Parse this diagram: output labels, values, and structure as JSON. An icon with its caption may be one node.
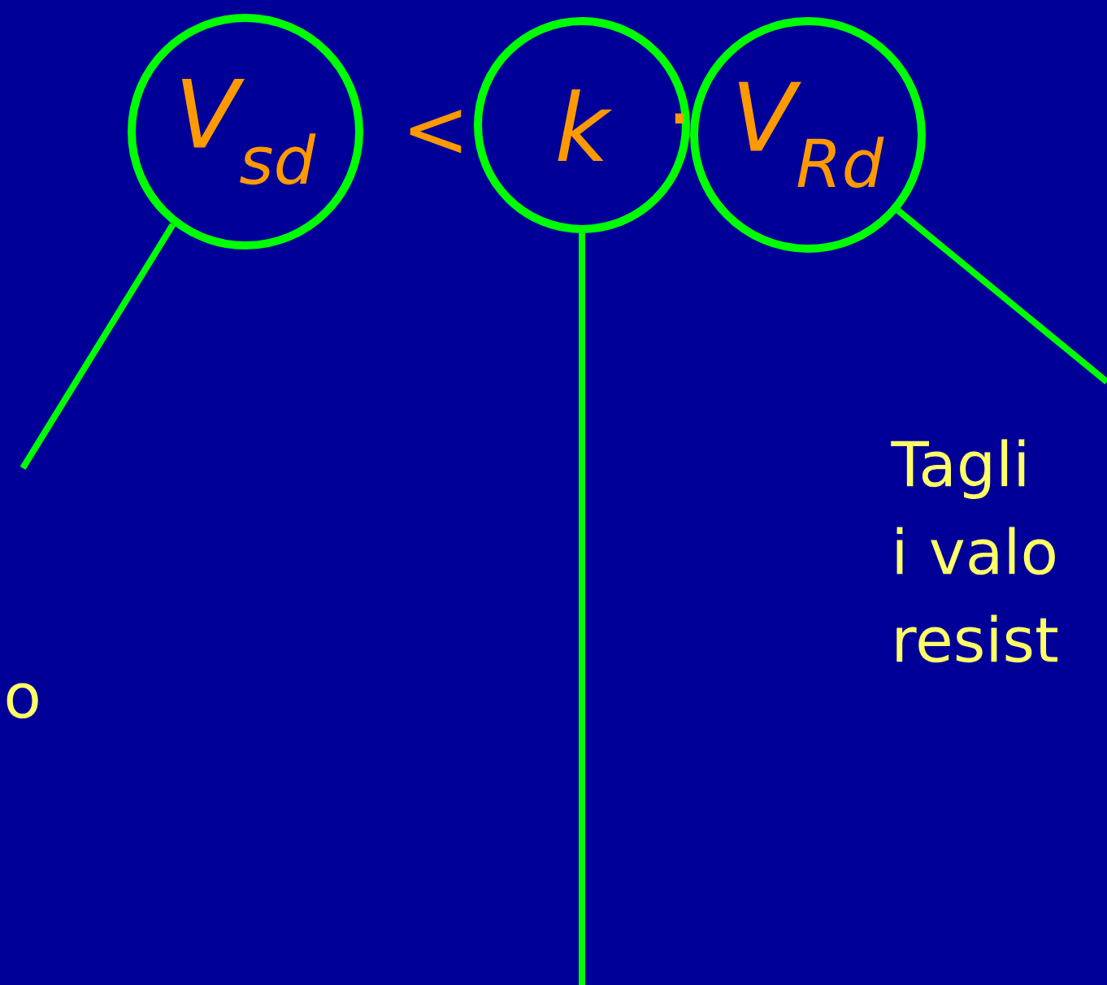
{
  "diagram": {
    "nodes": [
      {
        "text": [
          "V$_{sd}$"
        ]
      },
      {
        "text": [
          "k"
        ]
      },
      {
        "text": [
          "V$_{Rd}$"
        ]
      }
    ],
    "edges": [
      {
        "from": 0,
        "to": null,
        "arrow": "none"
      },
      {
        "from": 1,
        "to": null,
        "arrow": "none"
      },
      {
        "from": 2,
        "to": null,
        "arrow": "none"
      }
    ],
    "labels": [
      "<",
      "·",
      "Tagli i valo resist",
      "o"
    ]
  }
}
